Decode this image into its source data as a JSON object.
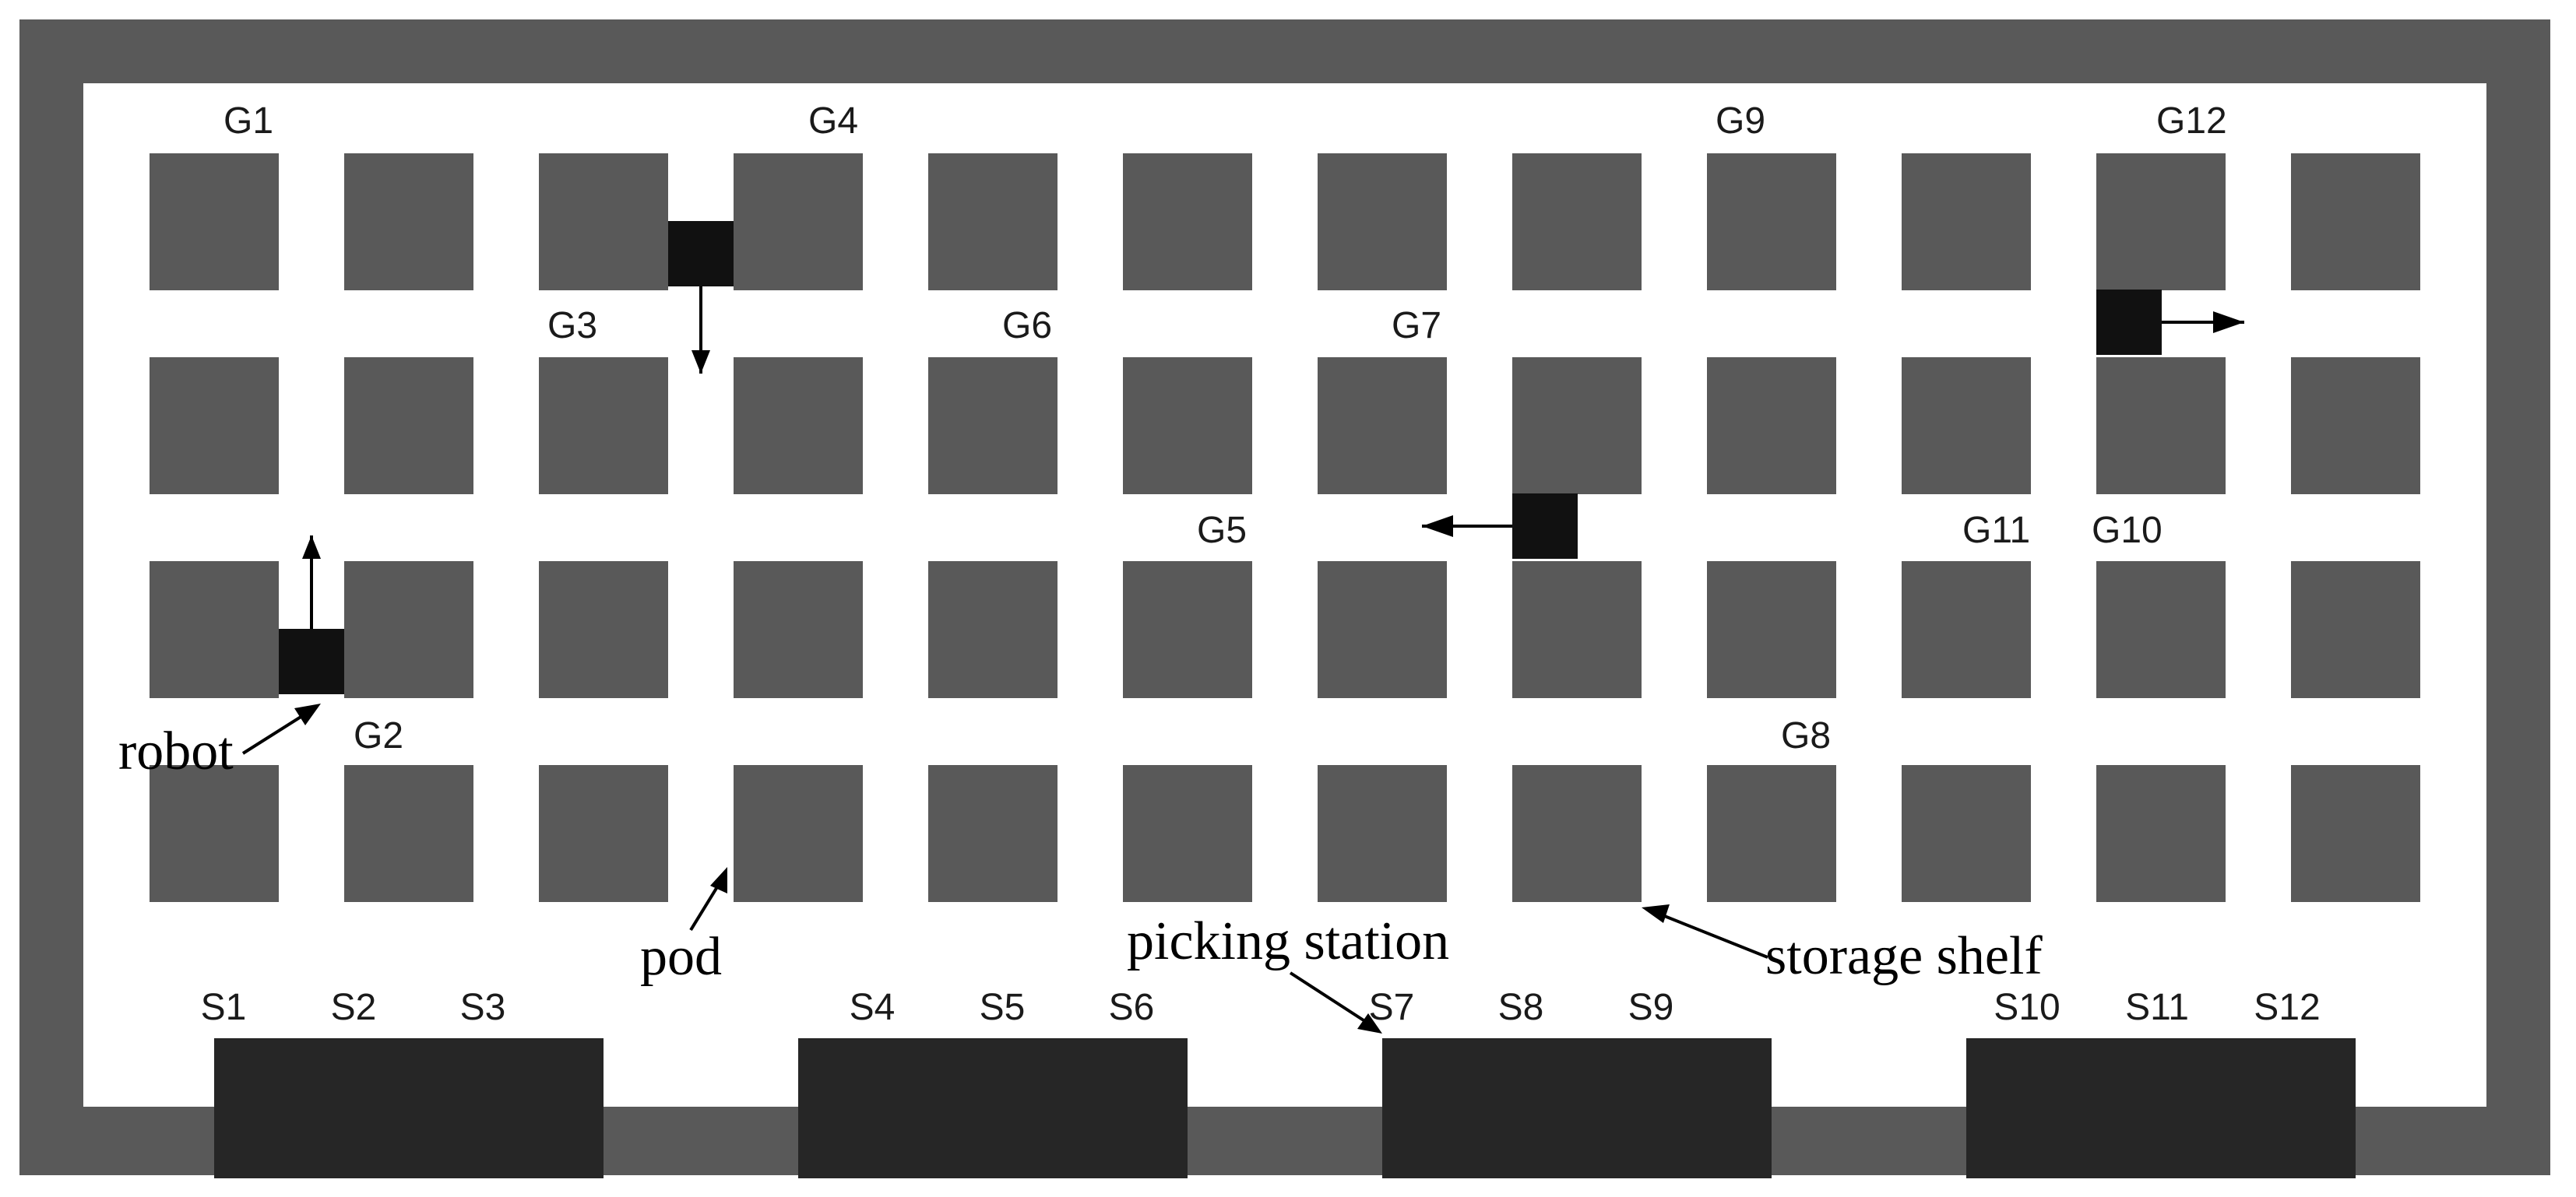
{
  "colors": {
    "wall": "#595959",
    "floor": "#ffffff",
    "shelf": "#595959",
    "robot": "#111111",
    "station": "#262626",
    "label": "#1a1a1a"
  },
  "grid": {
    "rows": 4,
    "cols": 12
  },
  "goal_labels": [
    "G1",
    "G4",
    "G9",
    "G12",
    "G3",
    "G6",
    "G7",
    "G5",
    "G11",
    "G10",
    "G2",
    "G8"
  ],
  "station_labels": [
    "S1",
    "S2",
    "S3",
    "S4",
    "S5",
    "S6",
    "S7",
    "S8",
    "S9",
    "S10",
    "S11",
    "S12"
  ],
  "robot_directions": [
    "down",
    "right",
    "left",
    "up"
  ],
  "annotations": {
    "robot": "robot",
    "pod": "pod",
    "picking_station": "picking station",
    "storage_shelf": "storage shelf"
  }
}
